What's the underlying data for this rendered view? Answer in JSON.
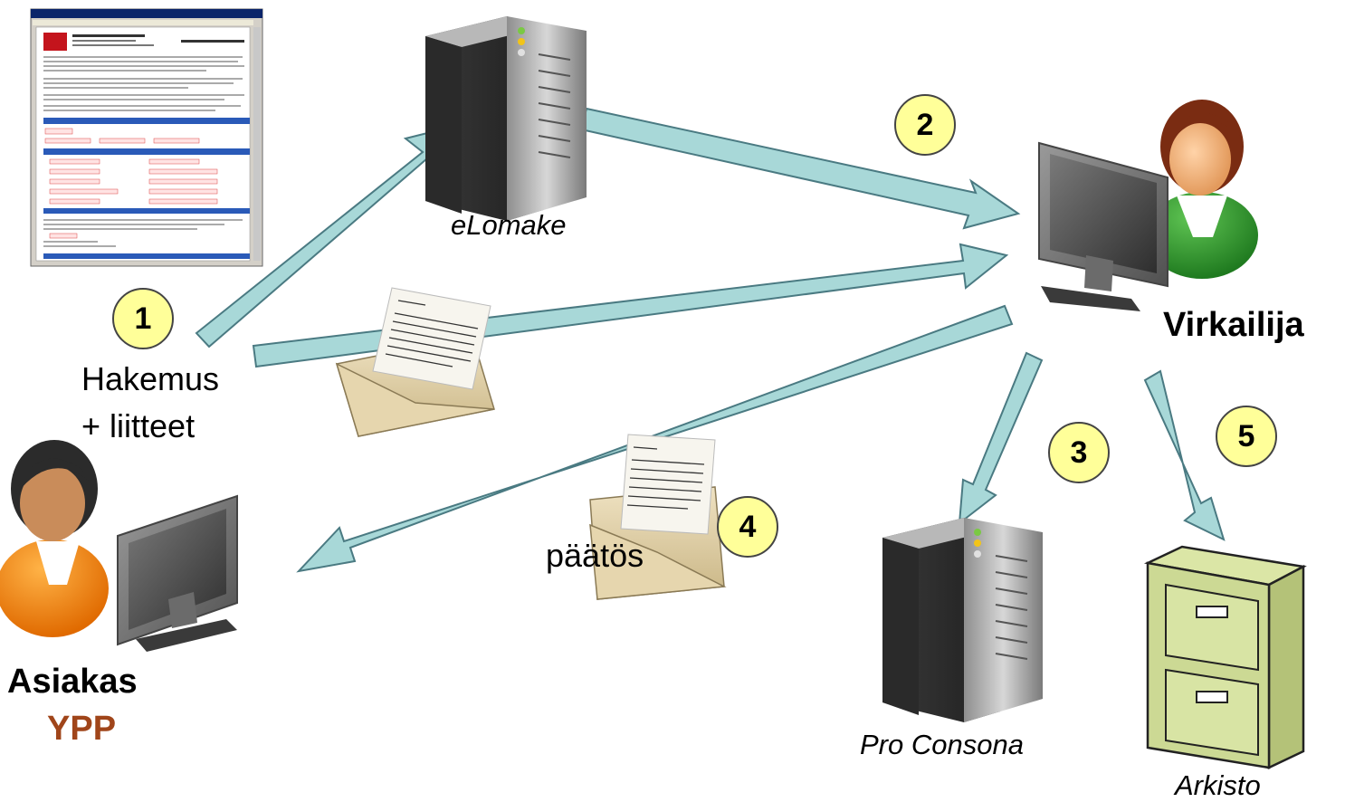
{
  "labels": {
    "elomake": "eLomake",
    "virkailija": "Virkailija",
    "hakemus_line1": "Hakemus",
    "hakemus_line2": "+ liitteet",
    "asiakas": "Asiakas",
    "ypp": "YPP",
    "paatos": "päätös",
    "pro_consona": "Pro Consona",
    "arkisto": "Arkisto"
  },
  "steps": [
    "1",
    "2",
    "3",
    "4",
    "5"
  ],
  "colors": {
    "arrow_fill": "#a8d8d8",
    "arrow_stroke": "#4a7a82",
    "badge_fill": "#ffff99",
    "ypp_text": "#a0451a"
  },
  "icons": [
    "web-form-screenshot-icon",
    "server-icon",
    "letter-envelope-icon",
    "person-computer-icon",
    "file-cabinet-icon"
  ]
}
